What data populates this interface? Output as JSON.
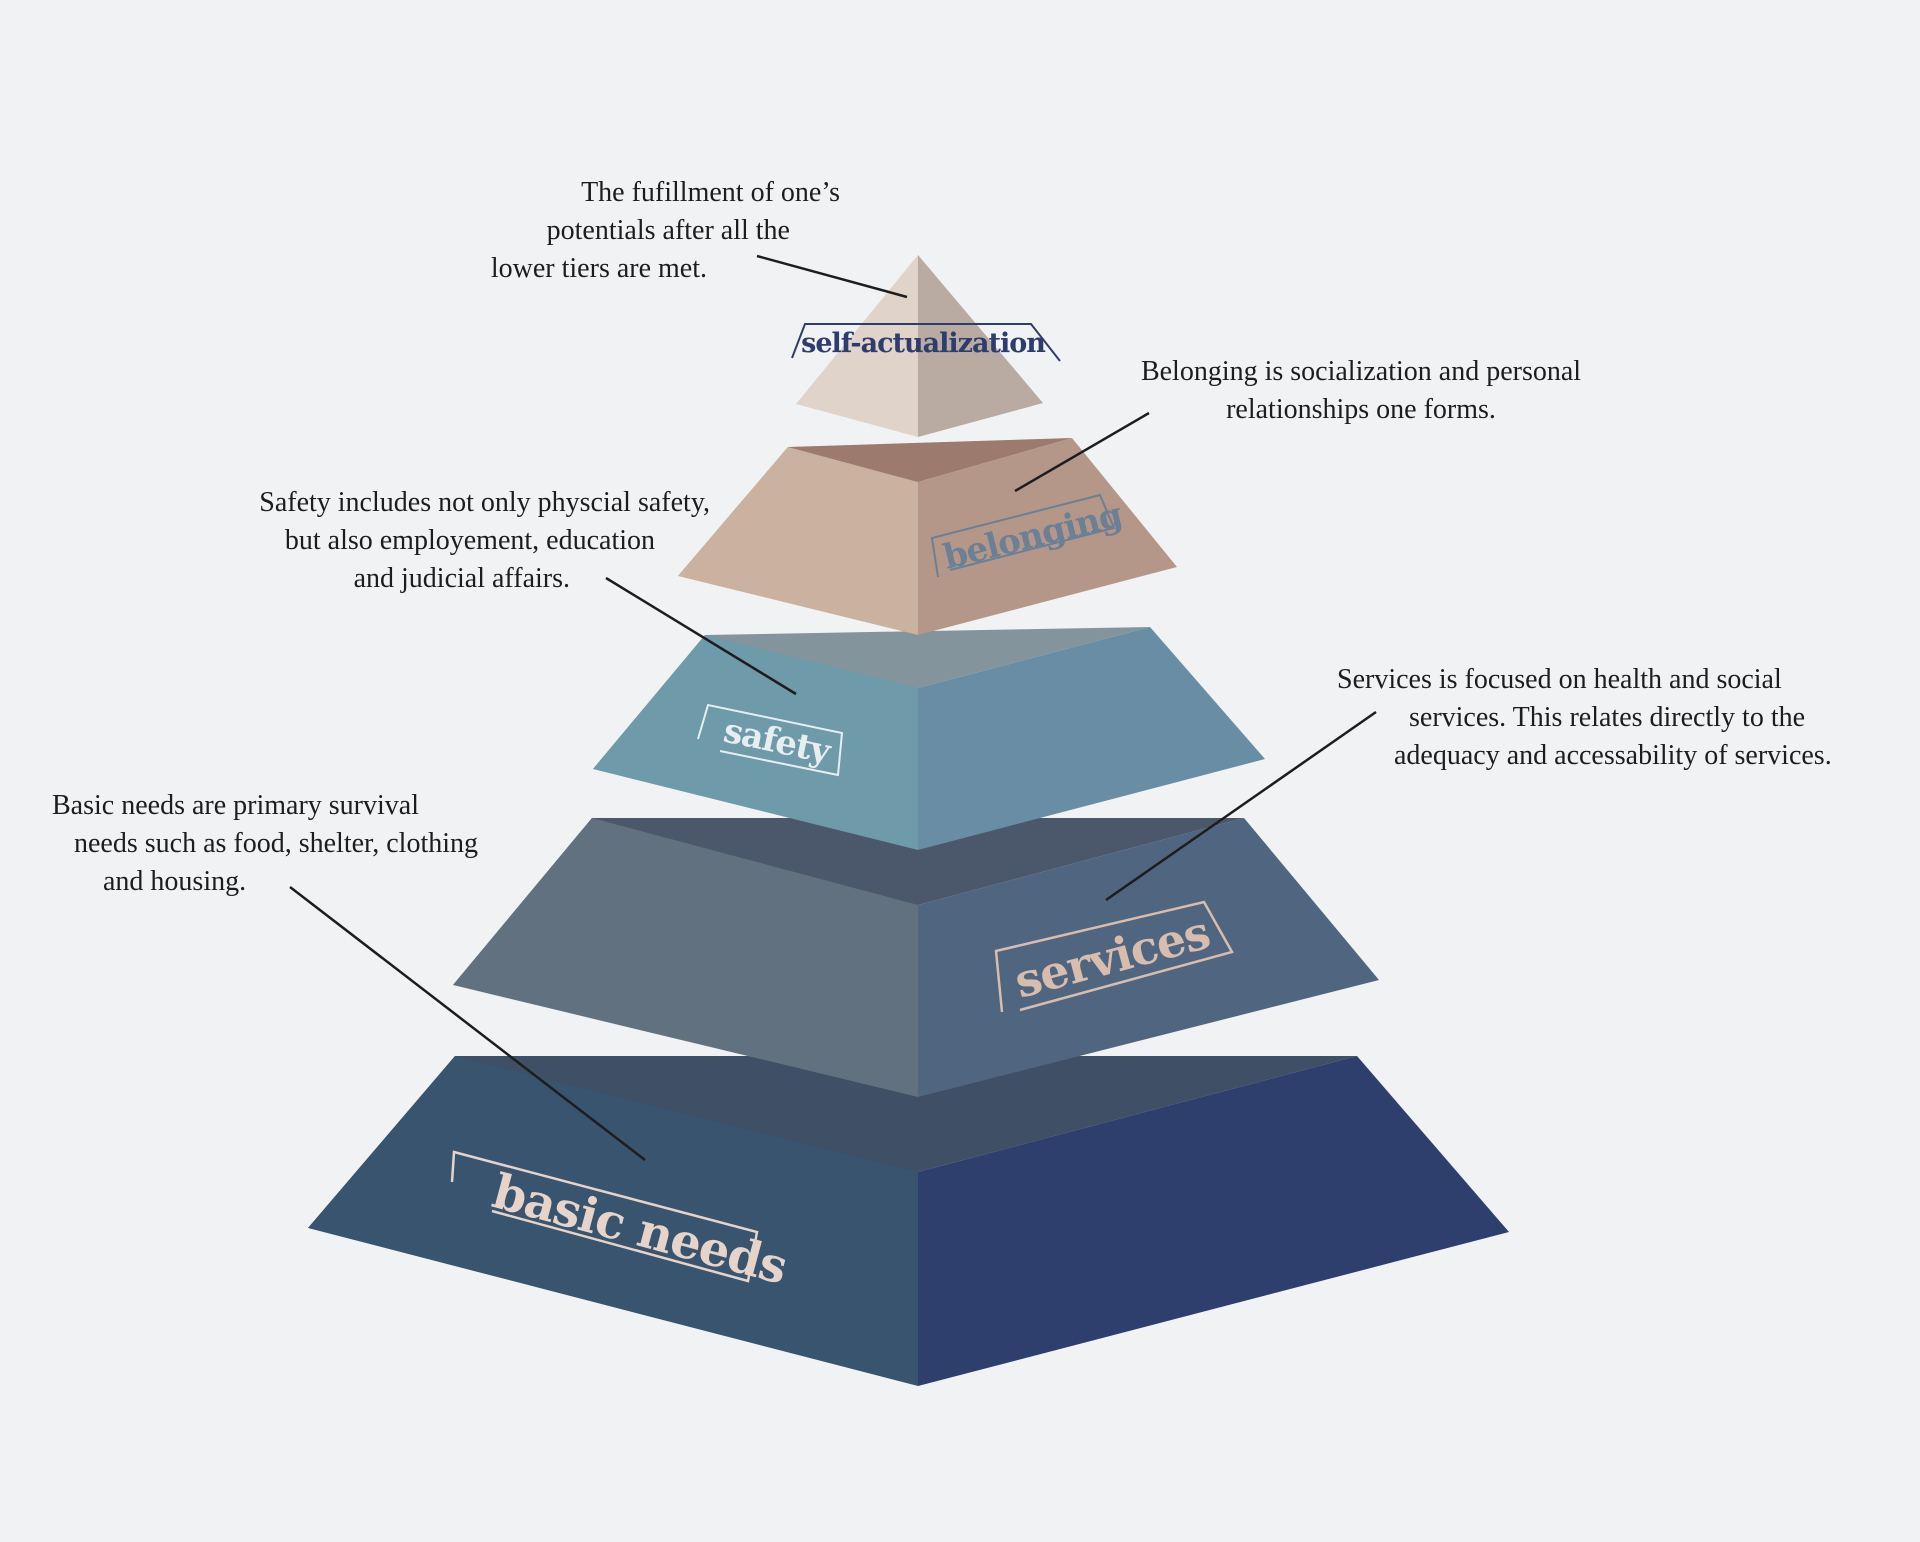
{
  "tiers": [
    {
      "id": "self-actualization",
      "label": "self-actualization",
      "description": [
        "The fufillment of one’s",
        "potentials after all the",
        "lower tiers are met."
      ],
      "colors": {
        "left": "#e0d3c9",
        "right": "#b9aba1",
        "label": "#2f3d6e",
        "frame": "#2f3d6e"
      }
    },
    {
      "id": "belonging",
      "label": "belonging",
      "description": [
        "Belonging is socialization and personal",
        "relationships one forms."
      ],
      "colors": {
        "top": "#9c7a6e",
        "left": "#cbb1a0",
        "right": "#b49789",
        "label": "#6b7f95",
        "frame": "#6b7f95"
      }
    },
    {
      "id": "safety",
      "label": "safety",
      "description": [
        "Safety includes not only physcial safety,",
        "but also employement, education",
        "and judicial affairs."
      ],
      "colors": {
        "top": "#83949d",
        "left": "#6e9aa9",
        "right": "#6a8da6",
        "label": "#e7eef2",
        "frame": "#e7eef2"
      }
    },
    {
      "id": "services",
      "label": "services",
      "description": [
        "Services is focused on health and social",
        "services. This relates directly to the",
        "adequacy and accessability of services."
      ],
      "colors": {
        "top": "#4b576b",
        "left": "#61717f",
        "right": "#4f6580",
        "label": "#d8bdae",
        "frame": "#d8bdae"
      }
    },
    {
      "id": "basic-needs",
      "label": "basic needs",
      "description": [
        "Basic needs are primary survival",
        "needs such as food, shelter, clothing",
        "and housing."
      ],
      "colors": {
        "top": "#3e4f66",
        "left": "#38546e",
        "right": "#2e3e6d",
        "label": "#e6d3c9",
        "frame": "#e6d3c9"
      }
    }
  ],
  "colors": {
    "background": "#f0f2f4",
    "text": "#1d1d1f",
    "leader": "#1d1d1f"
  }
}
